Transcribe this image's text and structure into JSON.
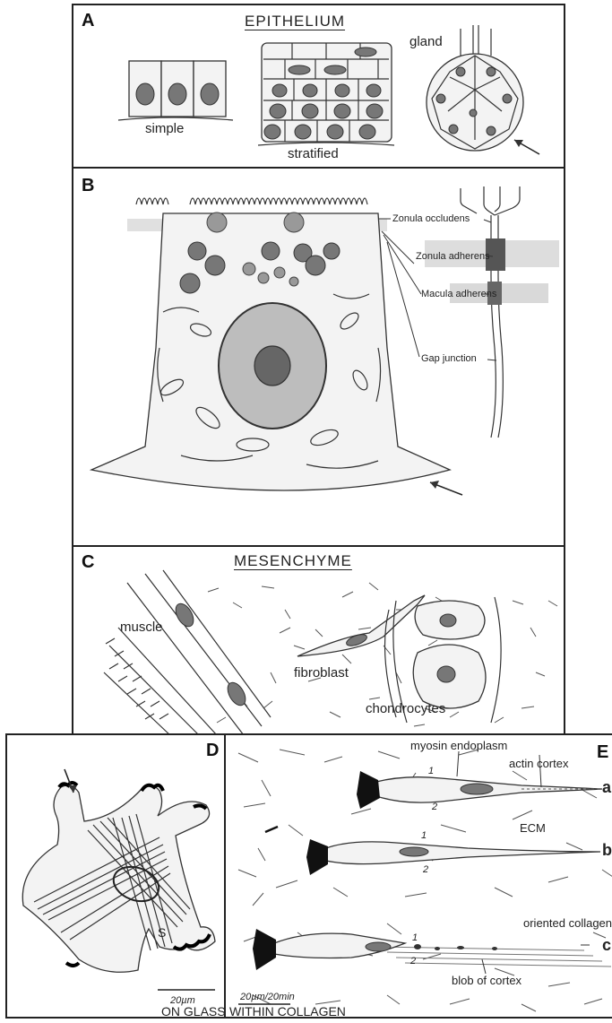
{
  "panel_a": {
    "letter": "A",
    "title": "EPITHELIUM",
    "labels": {
      "simple": "simple",
      "stratified": "stratified",
      "gland": "gland"
    }
  },
  "panel_b": {
    "letter": "B",
    "labels": {
      "zonula_occludens": "Zonula occludens",
      "zonula_adherens": "Zonula adherens",
      "macula_adherens": "Macula adherens",
      "gap_junction": "Gap junction"
    }
  },
  "panel_c": {
    "letter": "C",
    "title": "MESENCHYME",
    "labels": {
      "muscle": "muscle",
      "fibroblast": "fibroblast",
      "chondrocytes": "chondrocytes"
    }
  },
  "panel_d": {
    "letter": "D",
    "scale_bar": "20µm",
    "caption": "ON GLASS",
    "labels": {
      "s": "S"
    }
  },
  "panel_e": {
    "letter": "E",
    "scale_bar": "20µm/20min",
    "caption": "WITHIN COLLAGEN",
    "labels": {
      "myosin_endoplasm": "myosin endoplasm",
      "actin_cortex": "actin cortex",
      "ecm": "ECM",
      "oriented_collagen": "oriented collagen",
      "blob_of_cortex": "blob of cortex",
      "row_a": "a",
      "row_b": "b",
      "row_c": "c",
      "mark_1": "1",
      "mark_2": "2"
    }
  }
}
